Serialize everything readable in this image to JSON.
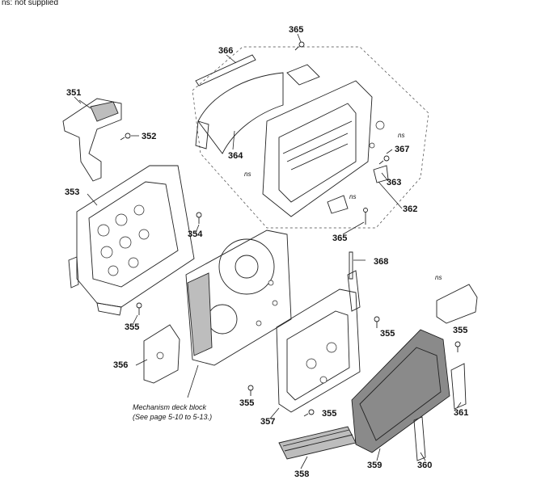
{
  "note_top": "ns: not supplied",
  "mechanism_note": {
    "line1": "Mechanism deck block",
    "line2": "(See page 5-10 to 5-13.)"
  },
  "parts": {
    "p351": "351",
    "p352": "352",
    "p353": "353",
    "p354": "354",
    "p355_a": "355",
    "p355_b": "355",
    "p355_c": "355",
    "p355_d": "355",
    "p355_e": "355",
    "p356": "356",
    "p357": "357",
    "p358": "358",
    "p359": "359",
    "p360": "360",
    "p361": "361",
    "p362": "362",
    "p363": "363",
    "p364": "364",
    "p365_a": "365",
    "p365_b": "365",
    "p366": "366",
    "p367": "367",
    "p368": "368"
  },
  "ns_labels": {
    "ns_a": "ns",
    "ns_b": "ns",
    "ns_c": "ns",
    "ns_d": "ns"
  }
}
